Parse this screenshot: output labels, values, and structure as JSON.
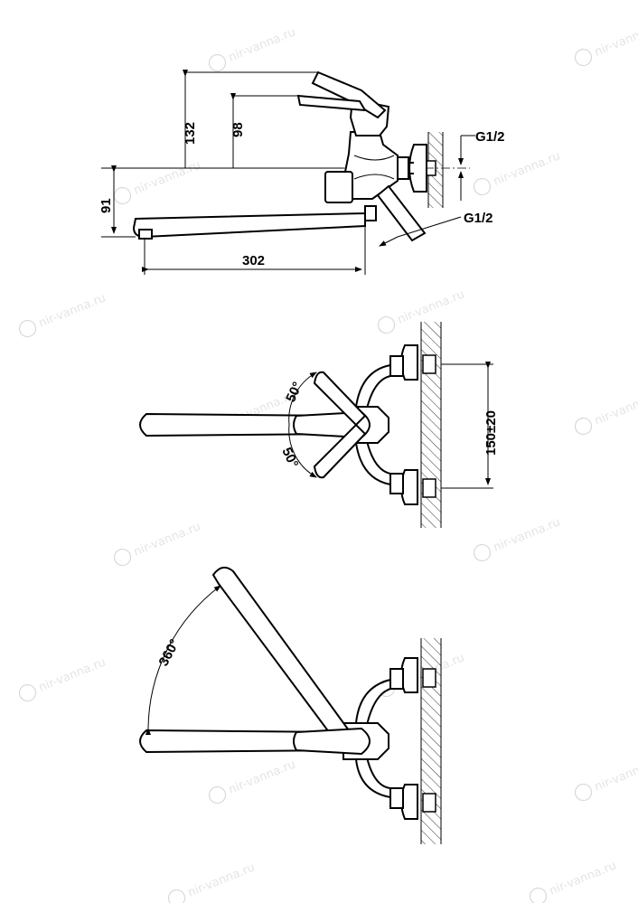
{
  "watermark": "nir-vanna.ru",
  "side_view": {
    "dim_height_lever_top": "132",
    "dim_height_lever_mid": "98",
    "dim_height_spout": "91",
    "dim_spout_length": "302",
    "thread_inlet": "G1/2",
    "thread_outlet": "G1/2"
  },
  "top_view": {
    "angle_lever_up": "50°",
    "angle_lever_down": "50°",
    "dim_eccentric_spacing": "150±20"
  },
  "rotation_view": {
    "angle_spout_rotation": "360°"
  }
}
